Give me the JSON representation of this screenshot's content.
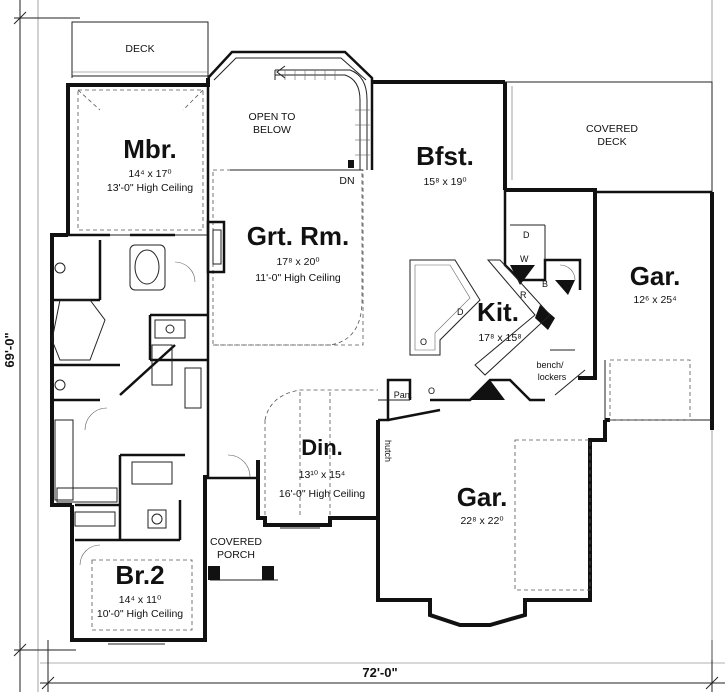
{
  "rooms": {
    "deck": "DECK",
    "mbr_name": "Mbr.",
    "mbr_size": "14⁴ x 17⁰",
    "mbr_ceiling": "13'-0\" High Ceiling",
    "open_to_below_1": "OPEN TO",
    "open_to_below_2": "BELOW",
    "dn": "DN",
    "bfst_name": "Bfst.",
    "bfst_size": "15⁸ x 19⁰",
    "covered_deck_1": "COVERED",
    "covered_deck_2": "DECK",
    "grt_name": "Grt. Rm.",
    "grt_size": "17⁸ x 20⁰",
    "grt_ceiling": "11'-0\" High Ceiling",
    "kit_name": "Kit.",
    "kit_size": "17⁸ x 15⁸",
    "gar1_name": "Gar.",
    "gar1_size": "12⁶ x 25⁴",
    "gar2_name": "Gar.",
    "gar2_size": "22⁸ x 22⁰",
    "din_name": "Din.",
    "din_size": "13¹⁰ x 15⁴",
    "din_ceiling": "16'-0\" High Ceiling",
    "hutch": "hutch",
    "pan": "Pan.",
    "bench_1": "bench/",
    "bench_2": "lockers",
    "covered_porch_1": "COVERED",
    "covered_porch_2": "PORCH",
    "br2_name": "Br.2",
    "br2_size": "14⁴ x 11⁰",
    "br2_ceiling": "10'-0\" High Ceiling",
    "label_d1": "D",
    "label_w": "W",
    "label_b": "B",
    "label_r": "R",
    "label_d2": "D",
    "label_o1": "O",
    "label_o2": "O"
  },
  "dimensions": {
    "depth": "69'-0\"",
    "width": "72'-0\""
  }
}
